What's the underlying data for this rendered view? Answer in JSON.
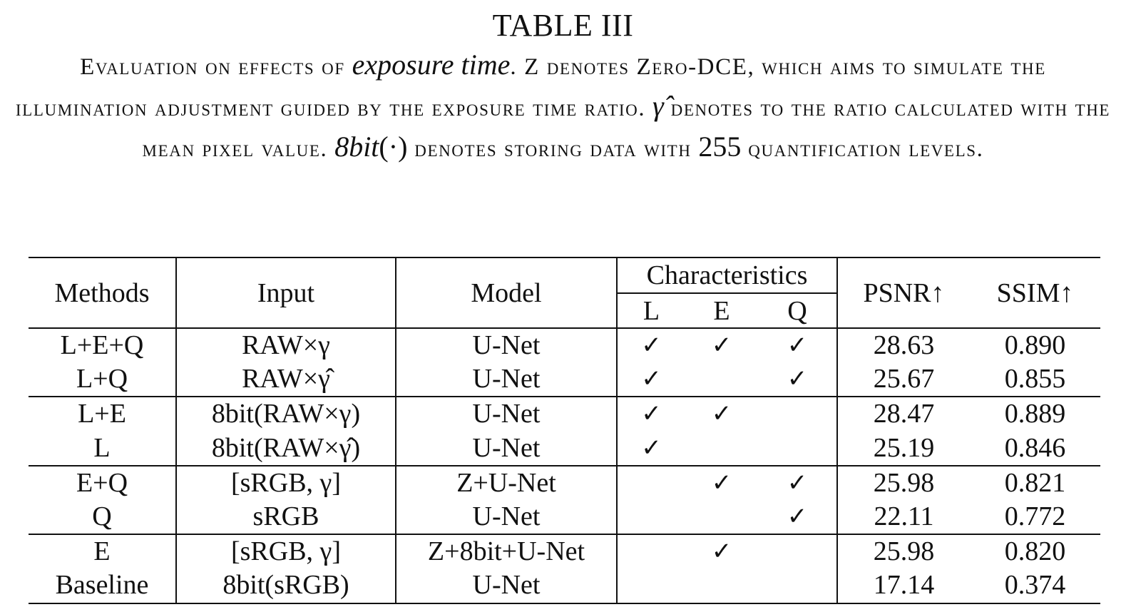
{
  "table_title": "TABLE III",
  "caption": {
    "part1": "Evaluation on effects of ",
    "italic_term": "exposure time",
    "part2": ". Z denotes Zero-DCE, which aims to simulate the illumination adjustment guided by the exposure time ratio. ",
    "gamma_hat": "γ̂",
    "part3": " denotes to the ratio calculated with the mean pixel value. ",
    "func_name": "8bit",
    "func_arg": "(·)",
    "part4": " denotes storing data with ",
    "number": "255",
    "part5": " quantification levels."
  },
  "headers": {
    "methods": "Methods",
    "input": "Input",
    "model": "Model",
    "characteristics": "Characteristics",
    "char_L": "L",
    "char_E": "E",
    "char_Q": "Q",
    "psnr": "PSNR↑",
    "ssim": "SSIM↑"
  },
  "check_symbol": "✓",
  "rows": [
    {
      "method": "L+E+Q",
      "input": "RAW×γ",
      "model": "U-Net",
      "L": "✓",
      "E": "✓",
      "Q": "✓",
      "psnr": "28.63",
      "ssim": "0.890"
    },
    {
      "method": "L+Q",
      "input": "RAW×γ̂",
      "model": "U-Net",
      "L": "✓",
      "E": "",
      "Q": "✓",
      "psnr": "25.67",
      "ssim": "0.855"
    },
    {
      "method": "L+E",
      "input": "8bit(RAW×γ)",
      "model": "U-Net",
      "L": "✓",
      "E": "✓",
      "Q": "",
      "psnr": "28.47",
      "ssim": "0.889"
    },
    {
      "method": "L",
      "input": "8bit(RAW×γ̂)",
      "model": "U-Net",
      "L": "✓",
      "E": "",
      "Q": "",
      "psnr": "25.19",
      "ssim": "0.846"
    },
    {
      "method": "E+Q",
      "input": "[sRGB, γ]",
      "model": "Z+U-Net",
      "L": "",
      "E": "✓",
      "Q": "✓",
      "psnr": "25.98",
      "ssim": "0.821"
    },
    {
      "method": "Q",
      "input": "sRGB",
      "model": "U-Net",
      "L": "",
      "E": "",
      "Q": "✓",
      "psnr": "22.11",
      "ssim": "0.772"
    },
    {
      "method": "E",
      "input": "[sRGB, γ]",
      "model": "Z+8bit+U-Net",
      "L": "",
      "E": "✓",
      "Q": "",
      "psnr": "25.98",
      "ssim": "0.820"
    },
    {
      "method": "Baseline",
      "input": "8bit(sRGB)",
      "model": "U-Net",
      "L": "",
      "E": "",
      "Q": "",
      "psnr": "17.14",
      "ssim": "0.374"
    }
  ]
}
